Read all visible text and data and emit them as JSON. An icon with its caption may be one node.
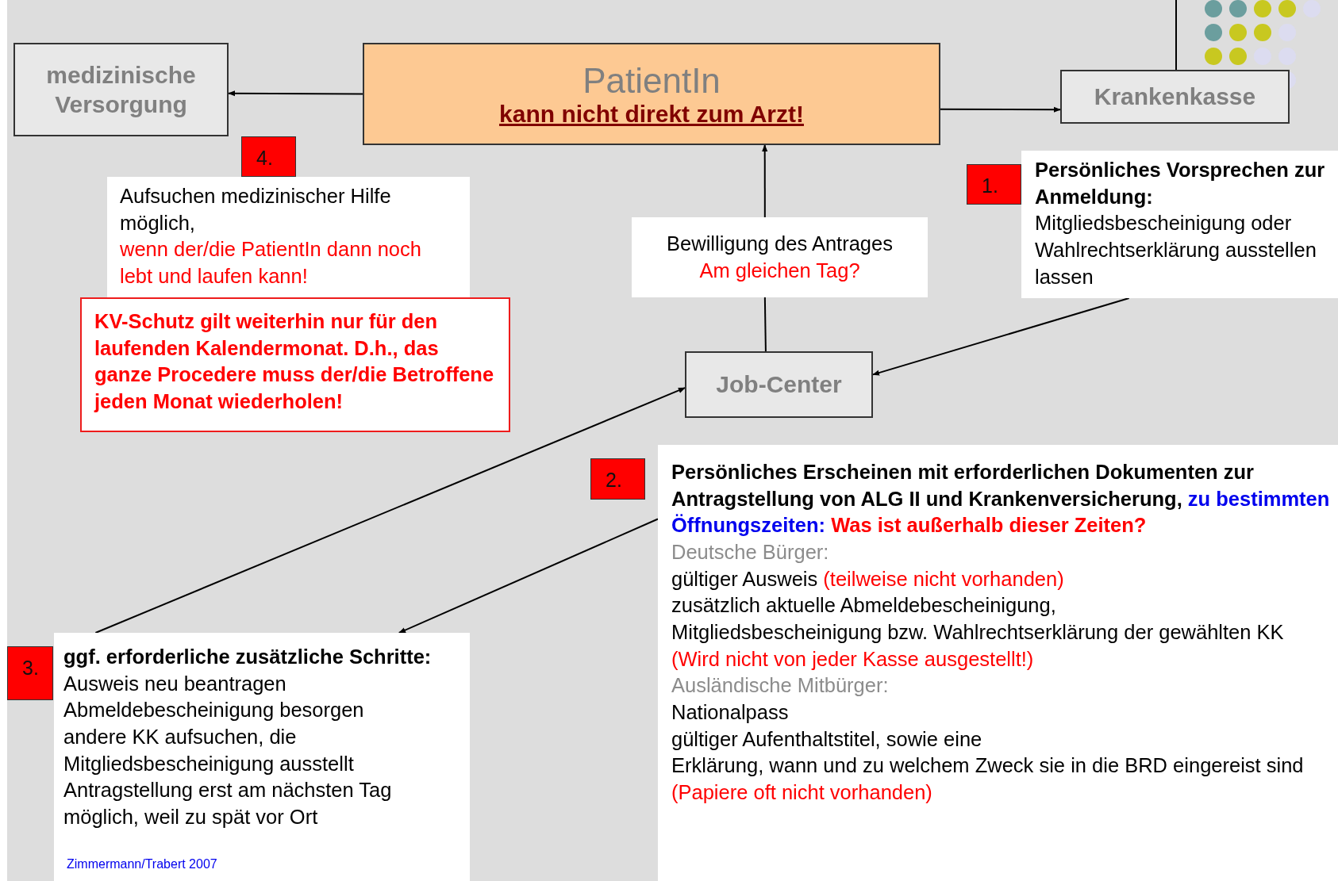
{
  "diagram": {
    "nodes": [
      {
        "text": [
          "medizinische Versorgung"
        ]
      },
      {
        "text": [
          "PatientIn",
          "kann nicht direkt zum Arzt!"
        ]
      },
      {
        "text": [
          "Krankenkasse"
        ]
      },
      {
        "text": [
          "4."
        ]
      },
      {
        "text": [
          "Aufsuchen medizinischer Hilfe möglich,",
          "wenn der/die PatientIn dann noch lebt und laufen kann!"
        ]
      },
      {
        "text": [
          "KV-Schutz gilt weiterhin nur für den laufenden Kalendermonat. D.h., das ganze Procedere muss der/die Betroffene jeden  Monat wiederholen!"
        ]
      },
      {
        "text": [
          "1."
        ]
      },
      {
        "text": [
          "Persönliches Vorsprechen zur Anmeldung:",
          "Mitgliedsbescheinigung oder Wahlrechtserklärung ausstellen lassen"
        ]
      },
      {
        "text": [
          "Bewilligung des Antrages",
          "Am gleichen Tag?"
        ]
      },
      {
        "text": [
          "Job-Center"
        ]
      },
      {
        "text": [
          "2."
        ]
      },
      {
        "text": [
          "Persönliches Erscheinen mit erforderlichen Dokumenten zur Antragstellung von ALG II und Krankenversicherung,",
          "zu bestimmten Öffnungszeiten:",
          "Was ist außerhalb dieser Zeiten?",
          "Deutsche Bürger:",
          "gültiger Ausweis",
          "(teilweise nicht vorhanden)",
          "zusätzlich aktuelle Abmeldebescheinigung,",
          "Mitgliedsbescheinigung bzw. Wahlrechtserklärung der gewählten KK",
          "(Wird nicht von jeder Kasse ausgestellt!)",
          "Ausländische Mitbürger:",
          "Nationalpass",
          "gültiger Aufenthaltstitel, sowie eine",
          "Erklärung, wann und zu welchem Zweck sie in die BRD eingereist sind",
          "(Papiere oft nicht vorhanden)"
        ]
      },
      {
        "text": [
          "3."
        ]
      },
      {
        "text": [
          "ggf. erforderliche zusätzliche Schritte:",
          "Ausweis neu beantragen",
          "Abmeldebescheinigung besorgen",
          "andere KK aufsuchen, die Mitgliedsbescheinigung ausstellt",
          "Antragstellung erst am nächsten Tag möglich, weil zu spät vor Ort"
        ]
      }
    ],
    "edges": [
      {
        "from": 1,
        "to": 0,
        "arrow": "to"
      },
      {
        "from": 1,
        "to": 2,
        "arrow": "to"
      },
      {
        "from": 7,
        "to": 9,
        "arrow": "to"
      },
      {
        "from": 9,
        "to": 8,
        "arrow": "none"
      },
      {
        "from": 8,
        "to": 1,
        "arrow": "to"
      },
      {
        "from": 11,
        "to": 13,
        "arrow": "to"
      },
      {
        "from": 13,
        "to": 9,
        "arrow": "to"
      }
    ],
    "labels": [
      "Zimmermann/Trabert 2007"
    ]
  }
}
